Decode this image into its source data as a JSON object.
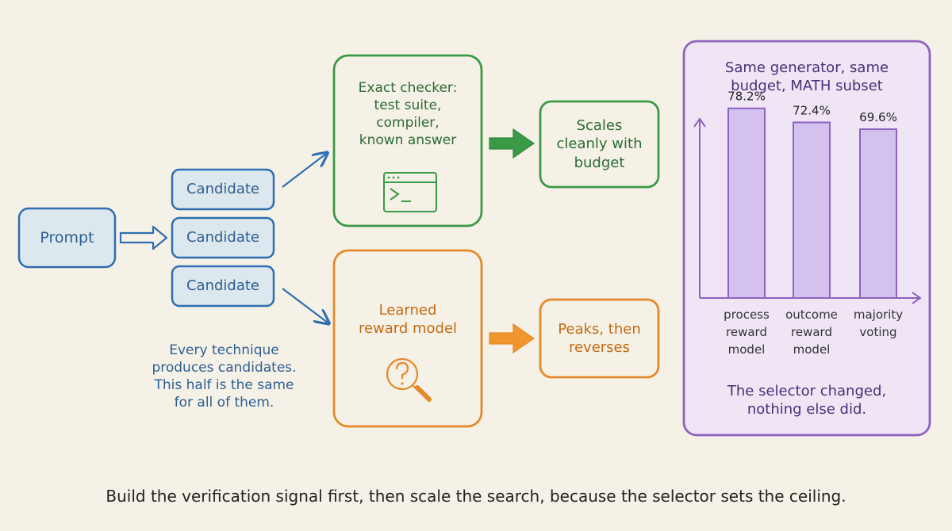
{
  "colors": {
    "background": "#f6f1e6",
    "blue": "#2d6fb0",
    "green": "#3a9a47",
    "orange": "#e48a2a",
    "purple": "#8e62c0",
    "purple_fill": "#f0e5f5",
    "bar_fill": "#d3c2ef"
  },
  "prompt": {
    "label": "Prompt"
  },
  "candidates": [
    {
      "label": "Candidate"
    },
    {
      "label": "Candidate"
    },
    {
      "label": "Candidate"
    }
  ],
  "note": {
    "text": "Every technique\nproduces candidates.\nThis half is the same\nfor all of them."
  },
  "exact_checker": {
    "text": "Exact checker:\ntest suite,\ncompiler,\nknown answer",
    "icon": "terminal-icon"
  },
  "scales": {
    "text": "Scales\ncleanly with\nbudget"
  },
  "reward_model": {
    "text": "Learned\nreward model",
    "icon": "magnifier-question-icon"
  },
  "peaks": {
    "text": "Peaks, then\nreverses"
  },
  "panel": {
    "title": "Same generator, same\nbudget, MATH subset",
    "caption": "The selector changed,\nnothing else did."
  },
  "chart_data": {
    "type": "bar",
    "title": "Same generator, same budget, MATH subset",
    "categories": [
      "process\nreward\nmodel",
      "outcome\nreward\nmodel",
      "majority\nvoting"
    ],
    "values": [
      78.2,
      72.4,
      69.6
    ],
    "value_labels": [
      "78.2%",
      "72.4%",
      "69.6%"
    ],
    "ylim": [
      0,
      100
    ],
    "xlabel": "",
    "ylabel": "",
    "grid": false
  },
  "footer": {
    "text": "Build the verification signal first, then scale the search, because the selector sets the ceiling."
  }
}
